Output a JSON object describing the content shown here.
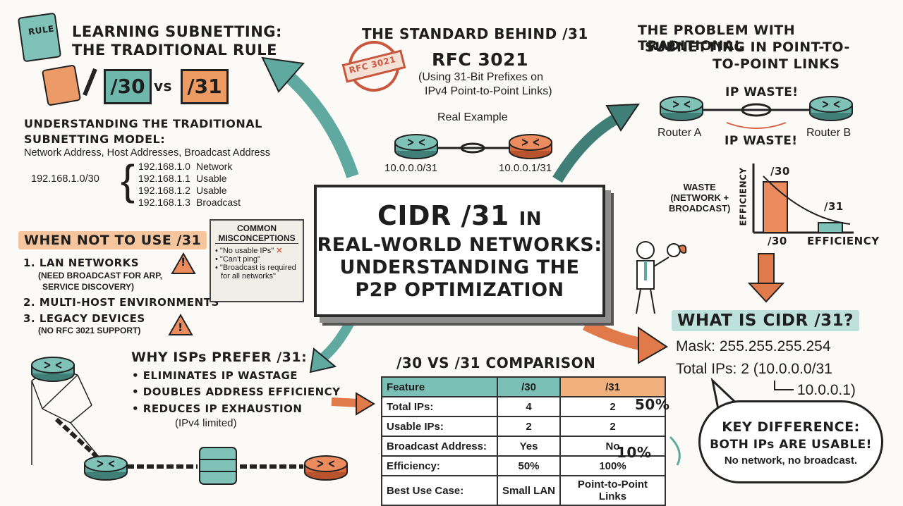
{
  "center_title": {
    "line1": "CIDR /31",
    "line1_suffix": "IN",
    "line2": "REAL-WORLD NETWORKS:",
    "line3": "UNDERSTANDING THE",
    "line4": "P2P OPTIMIZATION"
  },
  "learning": {
    "title1": "LEARNING SUBNETTING:",
    "title2": "THE TRADITIONAL RULE",
    "rule_label": "RULE",
    "box30": "/30",
    "vs": "vs",
    "box31": "/31",
    "model_title1": "UNDERSTANDING THE TRADITIONAL",
    "model_title2": "SUBNETTING MODEL:",
    "model_sub": "Network Address, Host Addresses, Broadcast Address",
    "subnet": "192.168.1.0/30",
    "rows": [
      {
        "ip": "192.168.1.0",
        "role": "Network"
      },
      {
        "ip": "192.168.1.1",
        "role": "Usable"
      },
      {
        "ip": "192.168.1.2",
        "role": "Usable"
      },
      {
        "ip": "192.168.1.3",
        "role": "Broadcast"
      }
    ]
  },
  "standard": {
    "title": "THE STANDARD BEHIND /31",
    "rfc": "RFC 3021",
    "stamp": "RFC 3021",
    "sub1": "(Using 31-Bit Prefixes on",
    "sub2": "IPv4 Point-to-Point Links)",
    "example_label": "Real Example",
    "ip_left": "10.0.0.0/31",
    "ip_right": "10.0.0.1/31"
  },
  "problem": {
    "title1": "THE PROBLEM WITH TRADITIONAL",
    "title2": "SUBNETTING IN POINT-TO-",
    "title3": "TO-POINT LINKS",
    "waste1": "IP WASTE!",
    "waste2": "IP WASTE!",
    "router_a": "Router A",
    "router_b": "Router B",
    "waste_label1": "WASTE",
    "waste_label2": "(NETWORK +",
    "waste_label3": "BROADCAST)",
    "y_axis": "EFFICIENCY",
    "x_axis": "EFFICIENCY",
    "bar30_top": "/30",
    "bar30_bottom": "/30",
    "bar31_top": "/31"
  },
  "when_not": {
    "title": "WHEN NOT TO USE /31",
    "items": [
      {
        "label": "1. LAN NETWORKS",
        "sub1": "(NEED BROADCAST FOR ARP,",
        "sub2": "SERVICE DISCOVERY)"
      },
      {
        "label": "2. MULTI-HOST ENVIRONMENTS"
      },
      {
        "label": "3. LEGACY DEVICES",
        "sub1": "(NO RFC 3021 SUPPORT)"
      }
    ]
  },
  "misconceptions": {
    "title1": "COMMON",
    "title2": "MISCONCEPTIONS",
    "items": [
      "\"No usable IPs\"",
      "\"Can't ping\"",
      "\"Broadcast is required",
      "for all networks\""
    ]
  },
  "what_is": {
    "title": "WHAT IS CIDR /31?",
    "mask": "Mask: 255.255.255.254",
    "total": "Total IPs: 2 (10.0.0.0/31",
    "second": "10.0.0.1)"
  },
  "isps": {
    "title": "WHY ISPs PREFER /31:",
    "items": [
      "• ELIMINATES IP WASTAGE",
      "• DOUBLES ADDRESS EFFICIENCY",
      "• REDUCES IP EXHAUSTION"
    ],
    "note": "(IPv4 limited)"
  },
  "comparison": {
    "title": "/30 VS /31 COMPARISON",
    "headers": [
      "Feature",
      "/30",
      "/31"
    ],
    "rows": [
      [
        "Total IPs:",
        "4",
        "2"
      ],
      [
        "Usable IPs:",
        "2",
        "2"
      ],
      [
        "Broadcast Address:",
        "Yes",
        "No"
      ],
      [
        "Efficiency:",
        "50%",
        "100%"
      ],
      [
        "Best Use Case:",
        "Small LAN",
        "Point-to-Point Links"
      ]
    ],
    "pct_top": "50%",
    "pct_bottom": "10%"
  },
  "key_difference": {
    "line1": "KEY DIFFERENCE:",
    "line2": "BOTH IPs ARE USABLE!",
    "line3": "No network, no broadcast."
  },
  "colors": {
    "teal": "#5fa9a0",
    "orange": "#e07a4a",
    "red_arrow": "#d9634a"
  }
}
